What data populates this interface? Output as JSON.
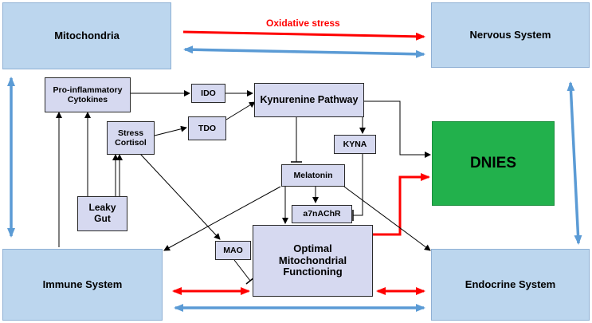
{
  "nodes": {
    "mitochondria": "Mitochondria",
    "nervous_system": "Nervous System",
    "immune_system": "Immune System",
    "endocrine_system": "Endocrine System",
    "pro_inflammatory": "Pro-inflammatory\nCytokines",
    "ido": "IDO",
    "kynurenine": "Kynurenine Pathway",
    "tdo": "TDO",
    "stress_cortisol": "Stress\nCortisol",
    "kyna": "KYNA",
    "dnies": "DNIES",
    "melatonin": "Melatonin",
    "a7nachr": "a7nAChR",
    "leaky_gut": "Leaky\nGut",
    "mao": "MAO",
    "optimal": "Optimal\nMitochondrial\nFunctioning"
  },
  "labels": {
    "oxidative_stress": "Oxidative stress"
  },
  "colors": {
    "big_box_fill": "#bcd6ee",
    "small_box_fill": "#d6d9f0",
    "dnies_fill": "#22b14c",
    "red_arrow": "#ff0000",
    "blue_arrow": "#5b9bd5",
    "black_arrow": "#000000"
  }
}
